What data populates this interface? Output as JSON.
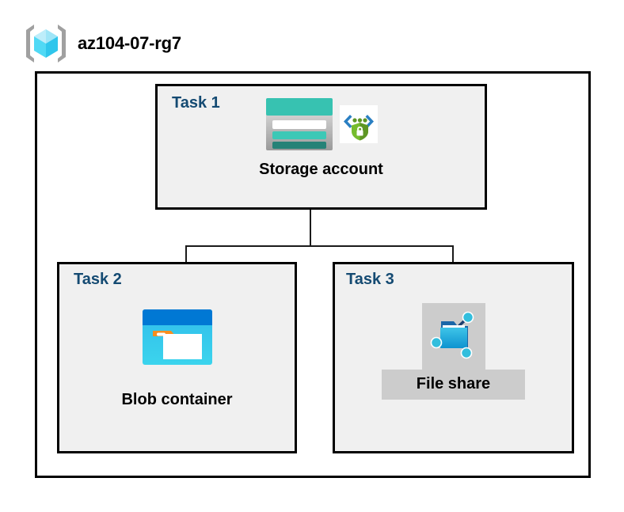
{
  "diagram": {
    "title": "az104-07-rg7",
    "resource_group_icon": "resource-group-cube-icon",
    "colors": {
      "task_label": "#144A72",
      "task_box_fill": "#F0F0F0",
      "frame_border": "#000000",
      "selection_highlight": "#CCCCCC",
      "storage_teal": "#37C2B1",
      "storage_dark_teal": "#258277",
      "blob_blue": "#0078D4",
      "blob_cyan": "#32BEDD",
      "blob_orange": "#F78D1E",
      "fileshare_blue": "#32BEDD",
      "shield_green": "#5E9624"
    },
    "tasks": [
      {
        "id": "task1",
        "label": "Task 1",
        "node": {
          "caption": "Storage account",
          "icons": [
            "storage-account-icon",
            "security-shield-icon"
          ],
          "highlighted": false
        }
      },
      {
        "id": "task2",
        "label": "Task 2",
        "node": {
          "caption": "Blob container",
          "icons": [
            "blob-container-icon"
          ],
          "highlighted": false
        }
      },
      {
        "id": "task3",
        "label": "Task 3",
        "node": {
          "caption": "File share",
          "icons": [
            "file-share-icon"
          ],
          "highlighted": true
        }
      }
    ],
    "connectors": [
      {
        "from": "Storage account",
        "to": "Blob container"
      },
      {
        "from": "Storage account",
        "to": "File share"
      }
    ]
  }
}
